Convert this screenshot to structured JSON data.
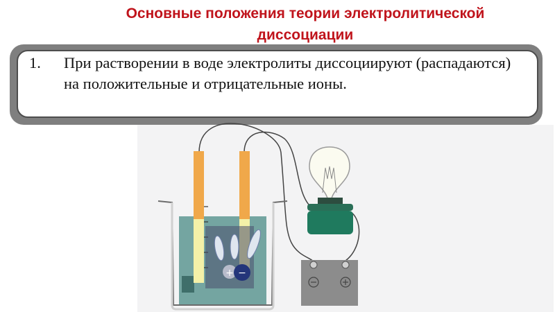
{
  "title": {
    "line1": "Основные положения теории электролитической",
    "line2": "диссоциации"
  },
  "point": {
    "number": "1.",
    "text": "При растворении в воде электролиты диссоциируют (распадаются) на положительные и отрицательные ионы."
  },
  "diagram": {
    "cation_symbol": "+",
    "anion_symbol": "−"
  },
  "colors": {
    "title": "#c0141c",
    "electrode": "#f0a84a",
    "solution": "#6fa3a0",
    "bulb_base": "#1f7a5e"
  }
}
